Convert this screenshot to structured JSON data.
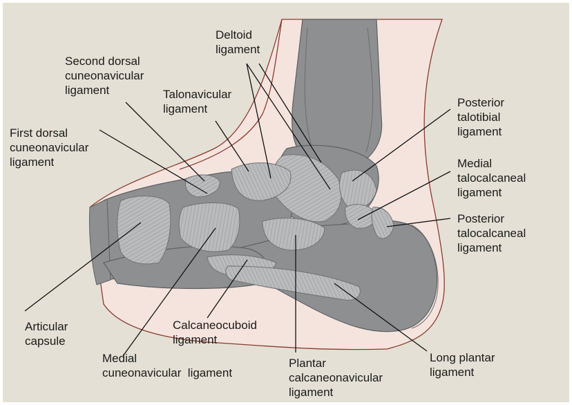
{
  "labels": {
    "deltoid": "Deltoid\nligament",
    "second_dorsal": "Second dorsal\ncuneonavicular\nligament",
    "talonavicular": "Talonavicular\nligament",
    "first_dorsal": "First dorsal\ncuneonavicular\nligament",
    "posterior_talotibial": "Posterior\ntalotibial\nligament",
    "medial_talocalcaneal": "Medial\ntalocalcaneal\nligament",
    "posterior_talocalcaneal": "Posterior\ntalocalcaneal\nligament",
    "articular_capsule": "Articular\ncapsule",
    "calcaneocuboid": "Calcaneocuboid\nligament",
    "plantar_calcaneonavicular": "Plantar\ncalcaneonavicular\nligament",
    "long_plantar": "Long plantar\nligament",
    "medial_cuneonavicular": "Medial\ncuneonavicular  ligament"
  },
  "colors": {
    "background": "#e4e0d5",
    "skin_fill": "#f5e4de",
    "skin_outline": "#8a3a30",
    "bone": "#8d8f91",
    "bone_dark": "#707274",
    "ligament": "#b9bbbd",
    "ligament_stroke": "#6f7173",
    "leader": "#111111"
  }
}
